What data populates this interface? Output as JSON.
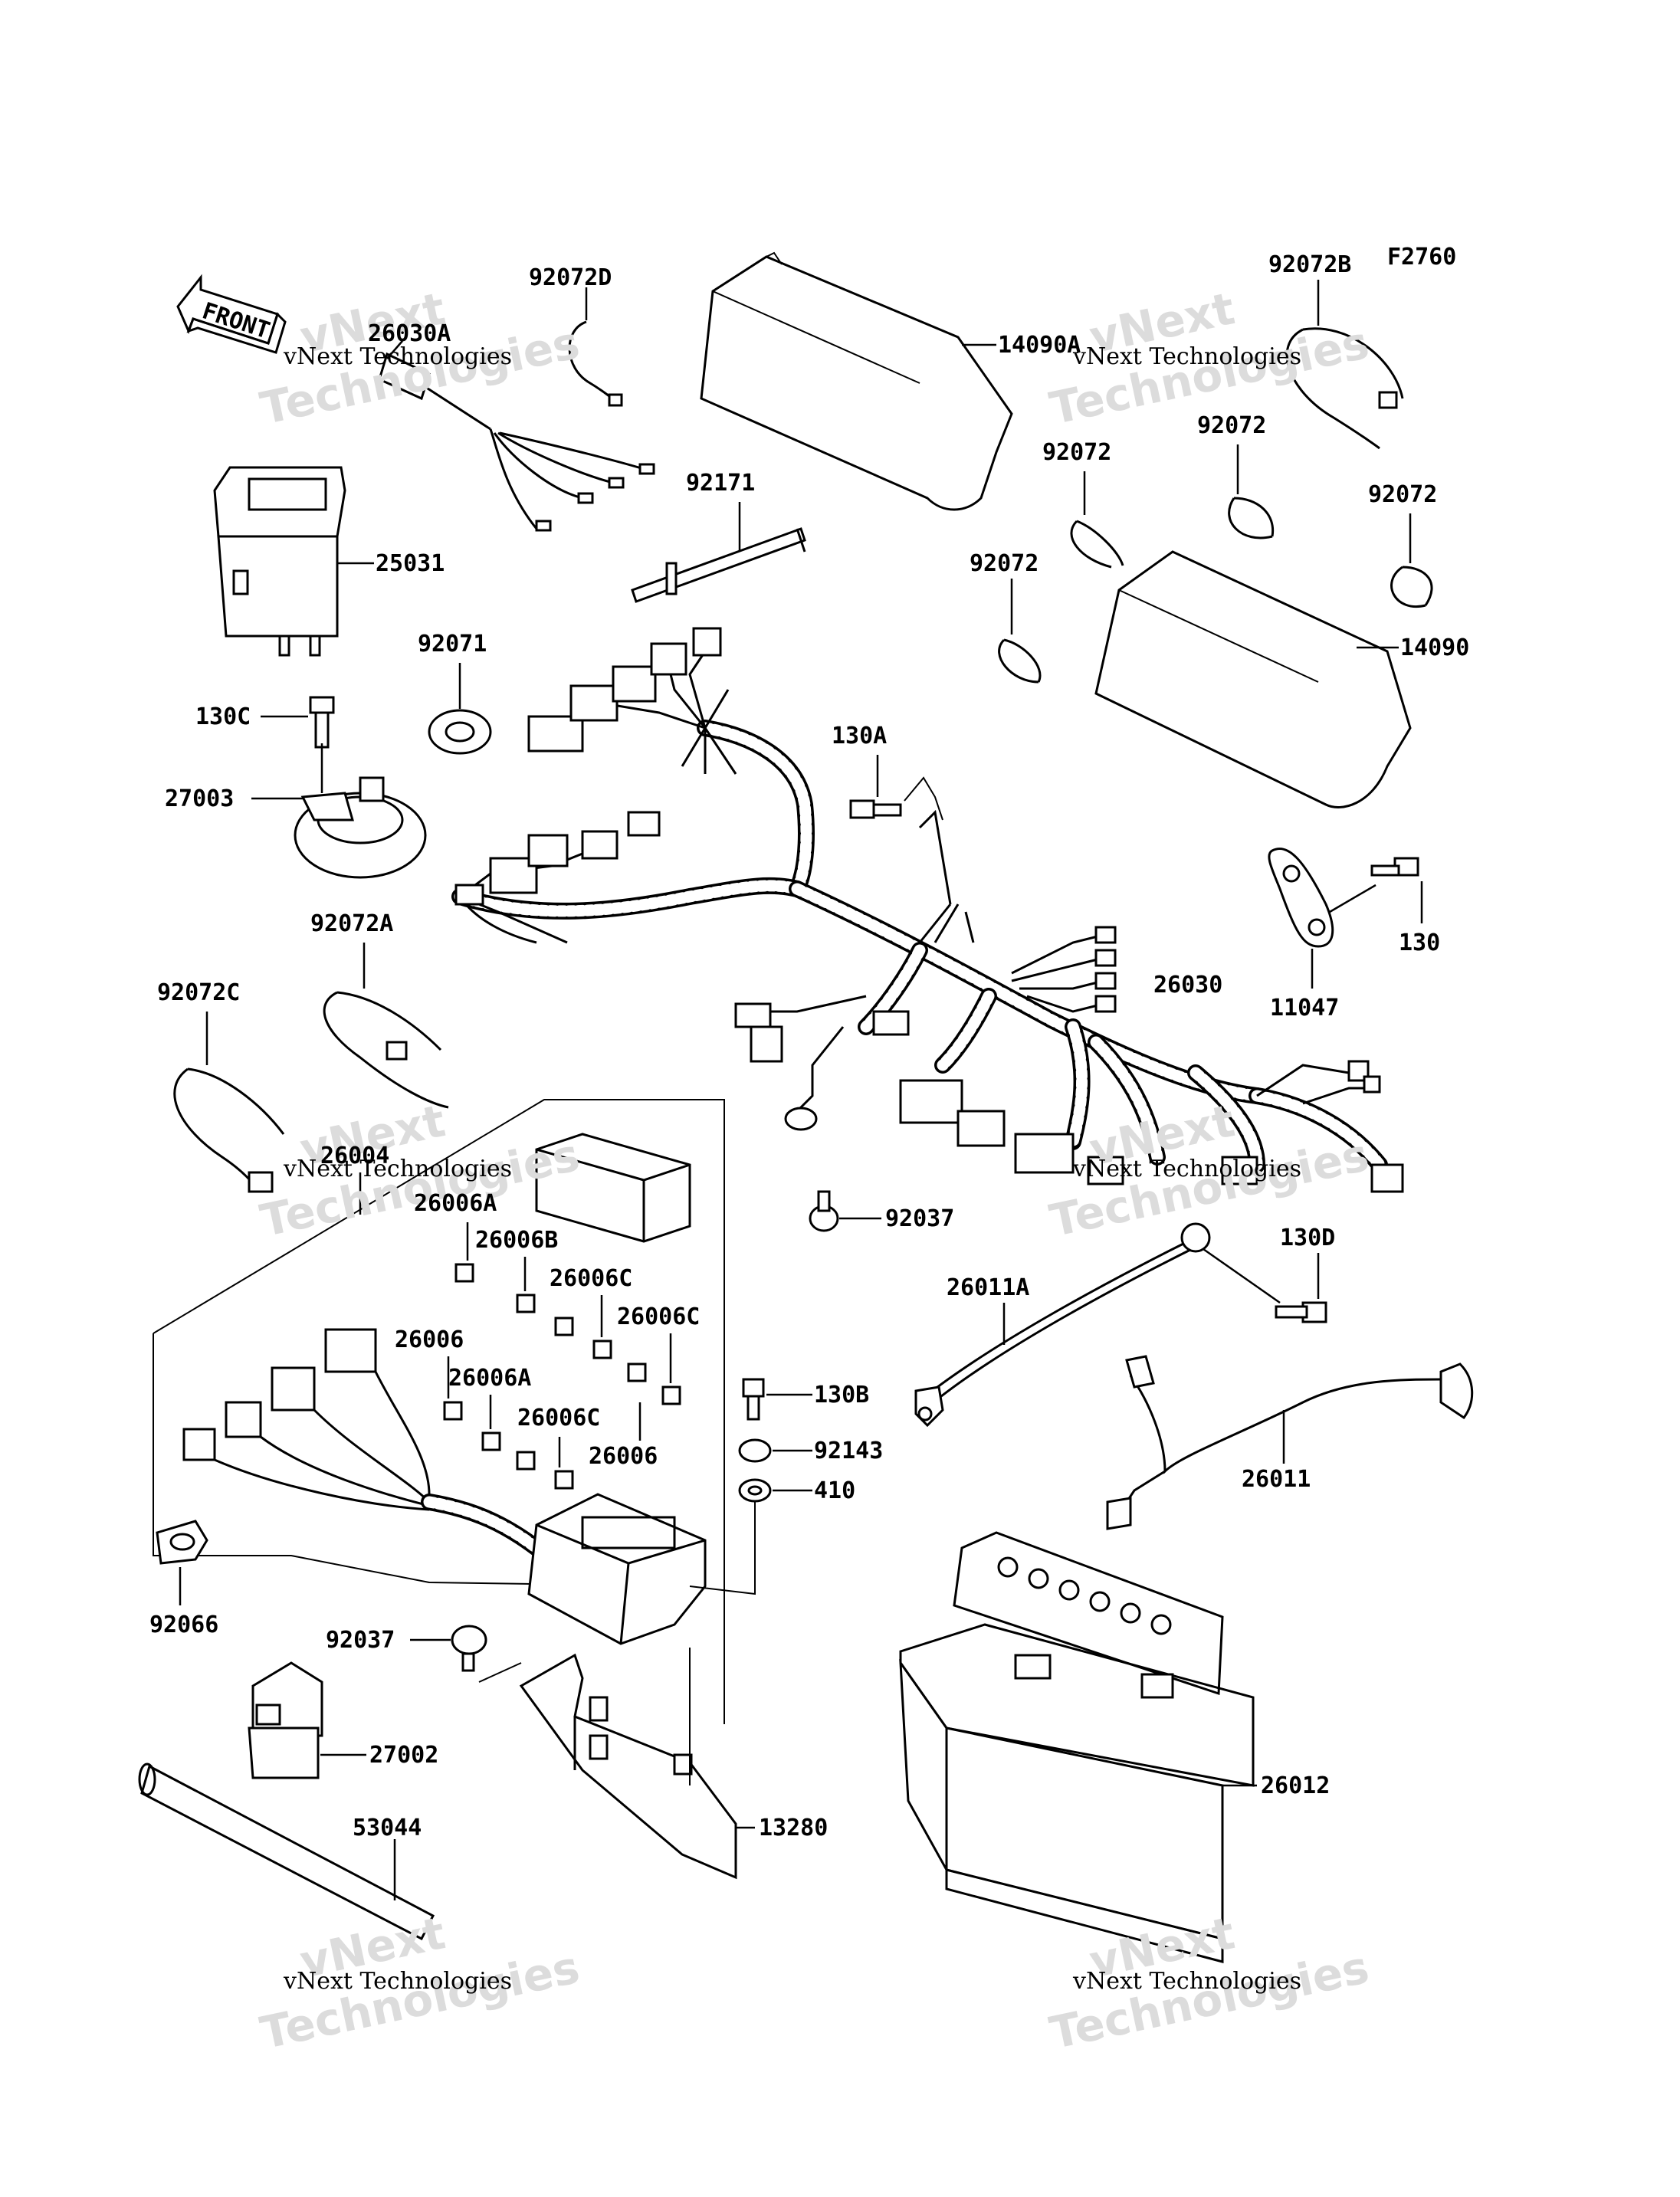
{
  "figure_code": "F2760",
  "front_arrow_label": "FRONT",
  "watermark": {
    "company": "vNext Technologies",
    "line1": "vNext",
    "line2": "Technologies"
  },
  "part_labels": [
    {
      "id": "92072D",
      "text": "92072D"
    },
    {
      "id": "26030A",
      "text": "26030A"
    },
    {
      "id": "14090A",
      "text": "14090A"
    },
    {
      "id": "92072B",
      "text": "92072B"
    },
    {
      "id": "92072-1",
      "text": "92072"
    },
    {
      "id": "92072-2",
      "text": "92072"
    },
    {
      "id": "92072-3",
      "text": "92072"
    },
    {
      "id": "92072-4",
      "text": "92072"
    },
    {
      "id": "92171",
      "text": "92171"
    },
    {
      "id": "25031",
      "text": "25031"
    },
    {
      "id": "14090",
      "text": "14090"
    },
    {
      "id": "92071",
      "text": "92071"
    },
    {
      "id": "130C",
      "text": "130C"
    },
    {
      "id": "130A",
      "text": "130A"
    },
    {
      "id": "27003",
      "text": "27003"
    },
    {
      "id": "130",
      "text": "130"
    },
    {
      "id": "92072A",
      "text": "92072A"
    },
    {
      "id": "11047",
      "text": "11047"
    },
    {
      "id": "26030",
      "text": "26030"
    },
    {
      "id": "92072C",
      "text": "92072C"
    },
    {
      "id": "26004",
      "text": "26004"
    },
    {
      "id": "26006A-1",
      "text": "26006A"
    },
    {
      "id": "26006B",
      "text": "26006B"
    },
    {
      "id": "26006C-1",
      "text": "26006C"
    },
    {
      "id": "26006C-2",
      "text": "26006C"
    },
    {
      "id": "26006-1",
      "text": "26006"
    },
    {
      "id": "26006A-2",
      "text": "26006A"
    },
    {
      "id": "26006C-3",
      "text": "26006C"
    },
    {
      "id": "26006-2",
      "text": "26006"
    },
    {
      "id": "92037-1",
      "text": "92037"
    },
    {
      "id": "130D",
      "text": "130D"
    },
    {
      "id": "26011A",
      "text": "26011A"
    },
    {
      "id": "130B",
      "text": "130B"
    },
    {
      "id": "92143",
      "text": "92143"
    },
    {
      "id": "410",
      "text": "410"
    },
    {
      "id": "26011",
      "text": "26011"
    },
    {
      "id": "92066",
      "text": "92066"
    },
    {
      "id": "92037-2",
      "text": "92037"
    },
    {
      "id": "27002",
      "text": "27002"
    },
    {
      "id": "26012",
      "text": "26012"
    },
    {
      "id": "13280",
      "text": "13280"
    },
    {
      "id": "53044",
      "text": "53044"
    }
  ]
}
